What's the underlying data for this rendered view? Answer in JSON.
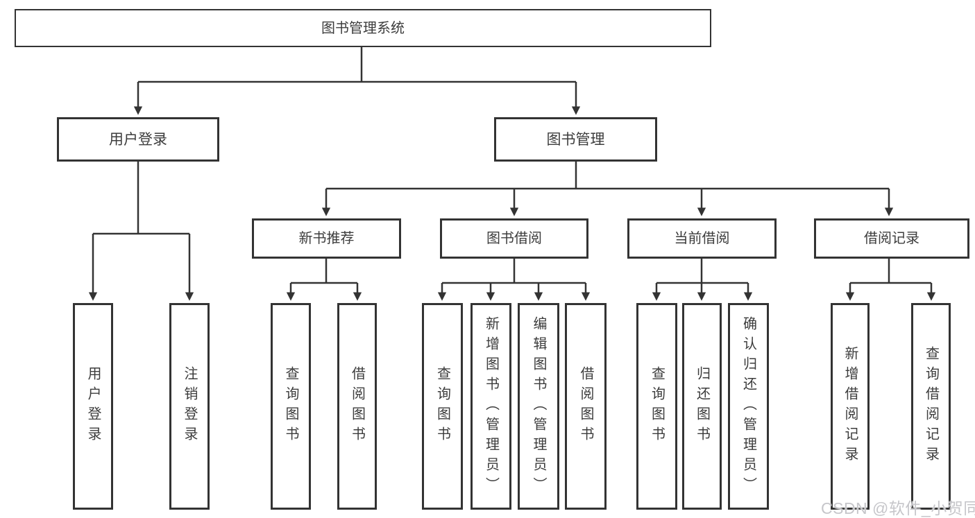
{
  "root": {
    "label": "图书管理系统"
  },
  "level2": {
    "user_login": {
      "label": "用户登录"
    },
    "book_mgmt": {
      "label": "图书管理"
    }
  },
  "level3": {
    "new_books": {
      "label": "新书推荐"
    },
    "book_borrow": {
      "label": "图书借阅"
    },
    "current_borrow": {
      "label": "当前借阅"
    },
    "borrow_records": {
      "label": "借阅记录"
    }
  },
  "leaves": {
    "user_login_1": "用户登录",
    "user_login_2": "注销登录",
    "new_books_1": "查询图书",
    "new_books_2": "借阅图书",
    "book_borrow_1": "查询图书",
    "book_borrow_2": "新增图书（管理员）",
    "book_borrow_3": "编辑图书（管理员）",
    "book_borrow_4": "借阅图书",
    "current_borrow_1": "查询图书",
    "current_borrow_2": "归还图书",
    "current_borrow_3": "确认归还（管理员）",
    "borrow_records_1": "新增借阅记录",
    "borrow_records_2": "查询借阅记录"
  },
  "watermark": "CSDN @软件_小贺同学",
  "colors": {
    "line": "#333333",
    "text": "#3c3c3c",
    "watermark": "#c6c6ca",
    "background": "#ffffff"
  }
}
